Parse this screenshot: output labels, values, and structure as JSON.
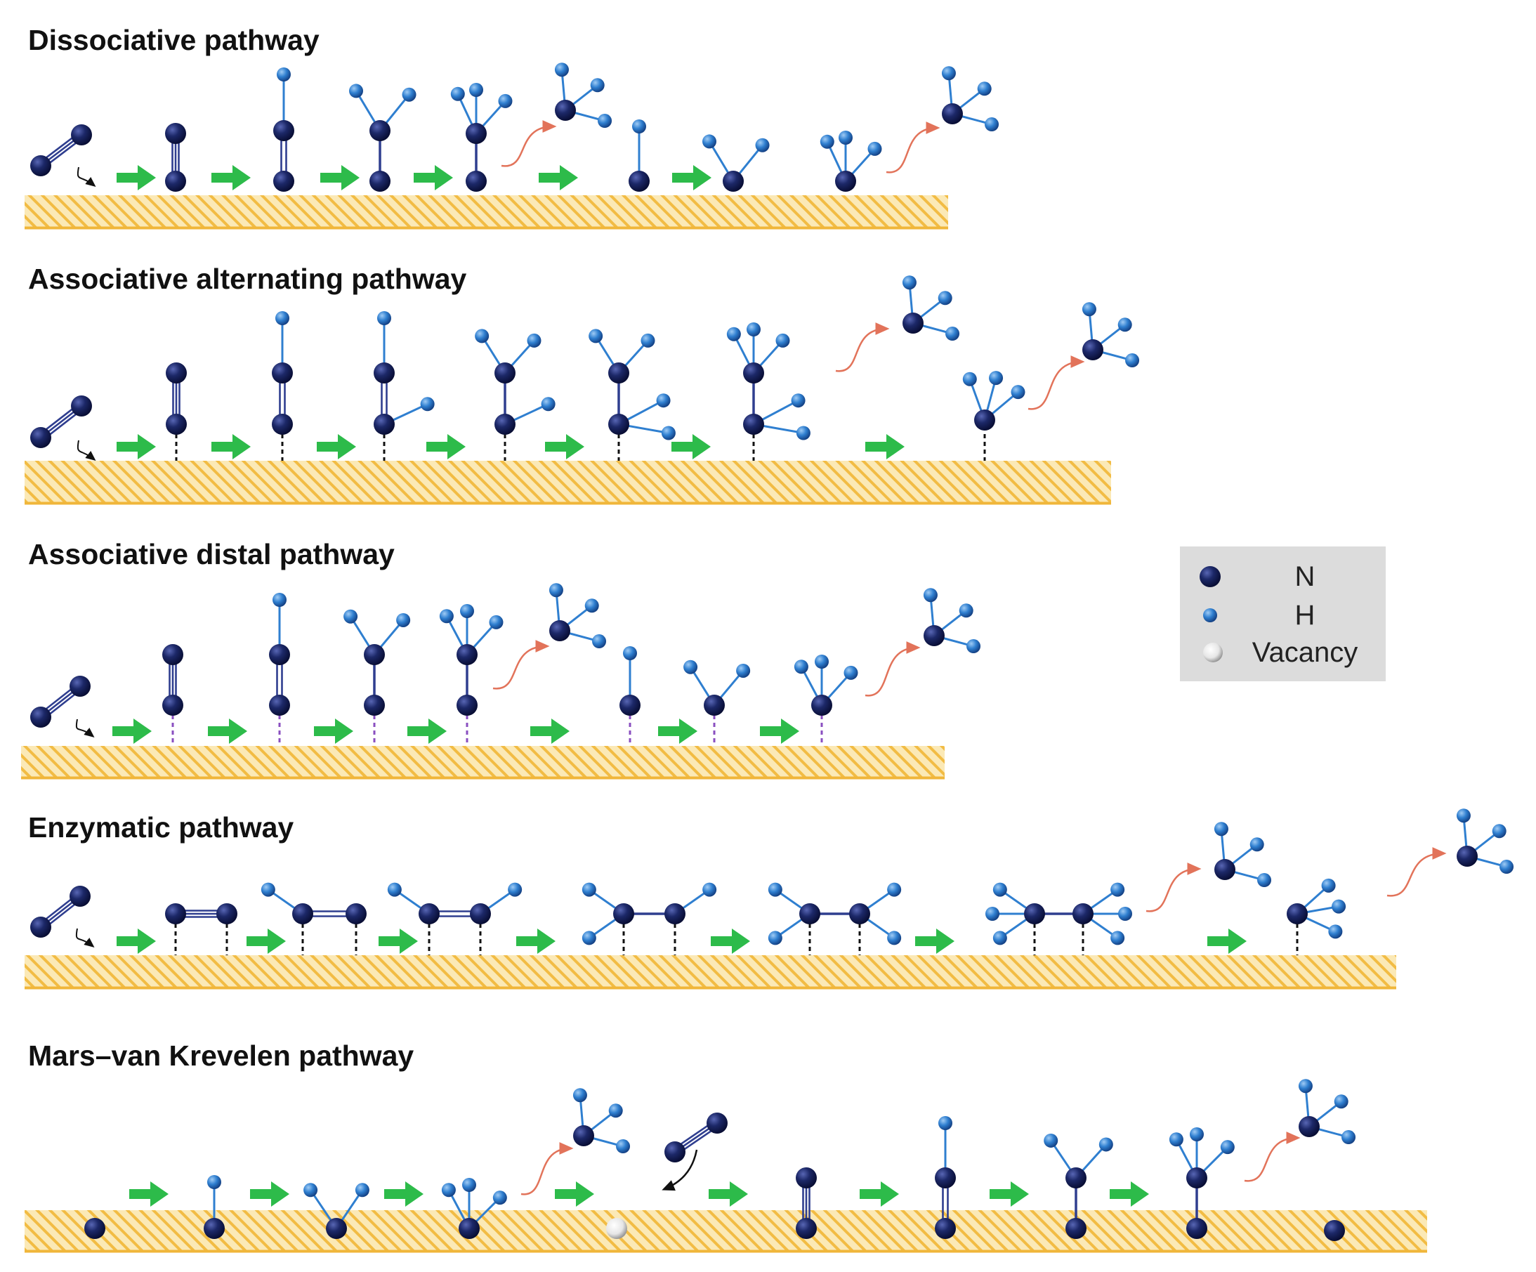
{
  "colors": {
    "background": "#ffffff",
    "surface_fill": "#fbe9b6",
    "surface_hatch": "#f2bc44",
    "surface_edge": "#f0b63a",
    "nitrogen_atom": "#15205a",
    "hydrogen_atom": "#2f7fd0",
    "bond": "#2f3e8f",
    "adsorption_bond": "#111111",
    "distal_adsorption_bond": "#8a4fc0",
    "step_arrow": "#2dbb4a",
    "release_arrow": "#e2735a",
    "legend_box": "#dcdcdc"
  },
  "diagram": {
    "panels": [
      {
        "id": "dissociative",
        "title": "Dissociative pathway"
      },
      {
        "id": "associative-alternating",
        "title": "Associative alternating pathway"
      },
      {
        "id": "associative-distal",
        "title": "Associative distal pathway"
      },
      {
        "id": "enzymatic",
        "title": "Enzymatic pathway"
      },
      {
        "id": "mars-van-krevelen",
        "title": "Mars–van Krevelen pathway"
      }
    ]
  },
  "legend": {
    "items": [
      {
        "symbol": "nitrogen-atom",
        "label": "N"
      },
      {
        "symbol": "hydrogen-atom",
        "label": "H"
      },
      {
        "symbol": "vacancy",
        "label": "Vacancy"
      }
    ]
  }
}
